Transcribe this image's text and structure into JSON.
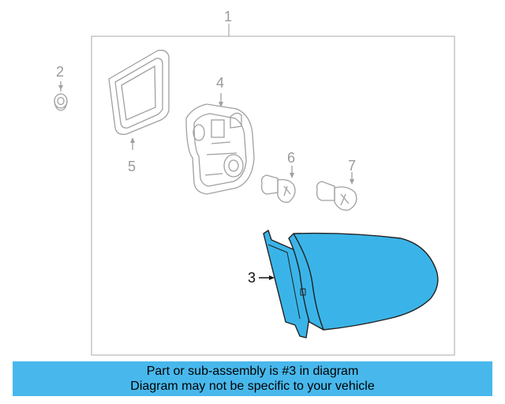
{
  "callouts": {
    "c1": "1",
    "c2": "2",
    "c3": "3",
    "c4": "4",
    "c5": "5",
    "c6": "6",
    "c7": "7"
  },
  "banner": {
    "line1": "Part or sub-assembly is #3 in diagram",
    "line2": "Diagram may not be specific to your vehicle"
  },
  "colors": {
    "highlight": "#3ab4e8",
    "banner": "#48b8ec",
    "line": "#a8a8a8"
  }
}
